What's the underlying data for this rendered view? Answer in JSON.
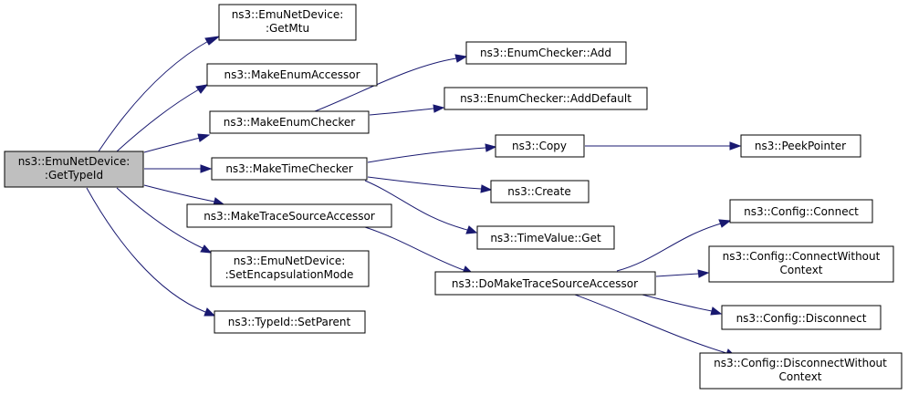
{
  "colors": {
    "edge": "#191970",
    "node_border": "#000000",
    "root_fill": "#bfbfbf",
    "node_fill": "#ffffff"
  },
  "nodes": {
    "getTypeId": {
      "lines": [
        "ns3::EmuNetDevice:",
        ":GetTypeId"
      ]
    },
    "getMtu": {
      "lines": [
        "ns3::EmuNetDevice:",
        ":GetMtu"
      ]
    },
    "makeEnumAccessor": {
      "lines": [
        "ns3::MakeEnumAccessor"
      ]
    },
    "makeEnumChecker": {
      "lines": [
        "ns3::MakeEnumChecker"
      ]
    },
    "makeTimeChecker": {
      "lines": [
        "ns3::MakeTimeChecker"
      ]
    },
    "makeTraceSource": {
      "lines": [
        "ns3::MakeTraceSourceAccessor"
      ]
    },
    "setEncapsulation": {
      "lines": [
        "ns3::EmuNetDevice:",
        ":SetEncapsulationMode"
      ]
    },
    "setParent": {
      "lines": [
        "ns3::TypeId::SetParent"
      ]
    },
    "enumAdd": {
      "lines": [
        "ns3::EnumChecker::Add"
      ]
    },
    "enumAddDefault": {
      "lines": [
        "ns3::EnumChecker::AddDefault"
      ]
    },
    "copy": {
      "lines": [
        "ns3::Copy"
      ]
    },
    "create": {
      "lines": [
        "ns3::Create"
      ]
    },
    "timeValueGet": {
      "lines": [
        "ns3::TimeValue::Get"
      ]
    },
    "doMakeTraceSource": {
      "lines": [
        "ns3::DoMakeTraceSourceAccessor"
      ]
    },
    "peekPointer": {
      "lines": [
        "ns3::PeekPointer"
      ]
    },
    "configConnect": {
      "lines": [
        "ns3::Config::Connect"
      ]
    },
    "configConnectWithout": {
      "lines": [
        "ns3::Config::ConnectWithout",
        "Context"
      ]
    },
    "configDisconnect": {
      "lines": [
        "ns3::Config::Disconnect"
      ]
    },
    "configDisconnectWithout": {
      "lines": [
        "ns3::Config::DisconnectWithout",
        "Context"
      ]
    }
  }
}
